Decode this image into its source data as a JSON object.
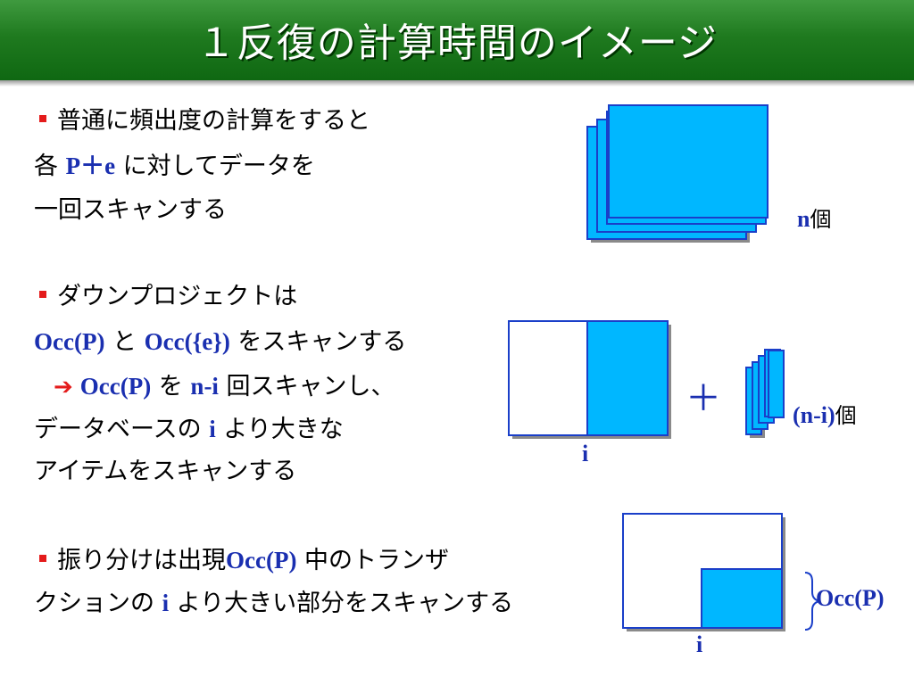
{
  "title": "１反復の計算時間のイメージ",
  "section1": {
    "line1": "普通に頻出度の計算をすると",
    "line2_pre": "各 ",
    "line2_em": "P＋e",
    "line2_post": " に対してデータを",
    "line3": "一回スキャンする"
  },
  "section2": {
    "line1": "ダウンプロジェクトは",
    "line2_em1": "Occ(P)",
    "line2_mid": " と ",
    "line2_em2": "Occ({e})",
    "line2_post": " をスキャンする",
    "line3_arrow": "➔",
    "line3_em1": "Occ(P)",
    "line3_mid": " を ",
    "line3_em2": "n-i",
    "line3_post": " 回スキャンし、",
    "line4_pre": "データベースの ",
    "line4_em": "i",
    "line4_post": " より大きな",
    "line5": "アイテムをスキャンする"
  },
  "section3": {
    "line1_pre": "振り分けは出現",
    "line1_em": "Occ(P)",
    "line1_post": " 中のトランザ",
    "line2_pre": "クションの ",
    "line2_em": "i",
    "line2_post": " より大きい部分をスキャンする"
  },
  "diagram": {
    "n_label_var": "n",
    "n_label_kanji": "個",
    "plus_sign": "＋",
    "i_label_top": "i",
    "ni_label_var": "(n-i)",
    "ni_label_kanji": "個",
    "i_label_bottom": "i",
    "occ_label": "Occ(P)",
    "colors": {
      "fill": "#00b7ff",
      "stroke": "#1a3fc9",
      "shadow": "#8a8a8a",
      "accent_text": "#1a2fb0",
      "bullet": "#e41b1b",
      "title_bg": "#1f7a1f"
    }
  }
}
